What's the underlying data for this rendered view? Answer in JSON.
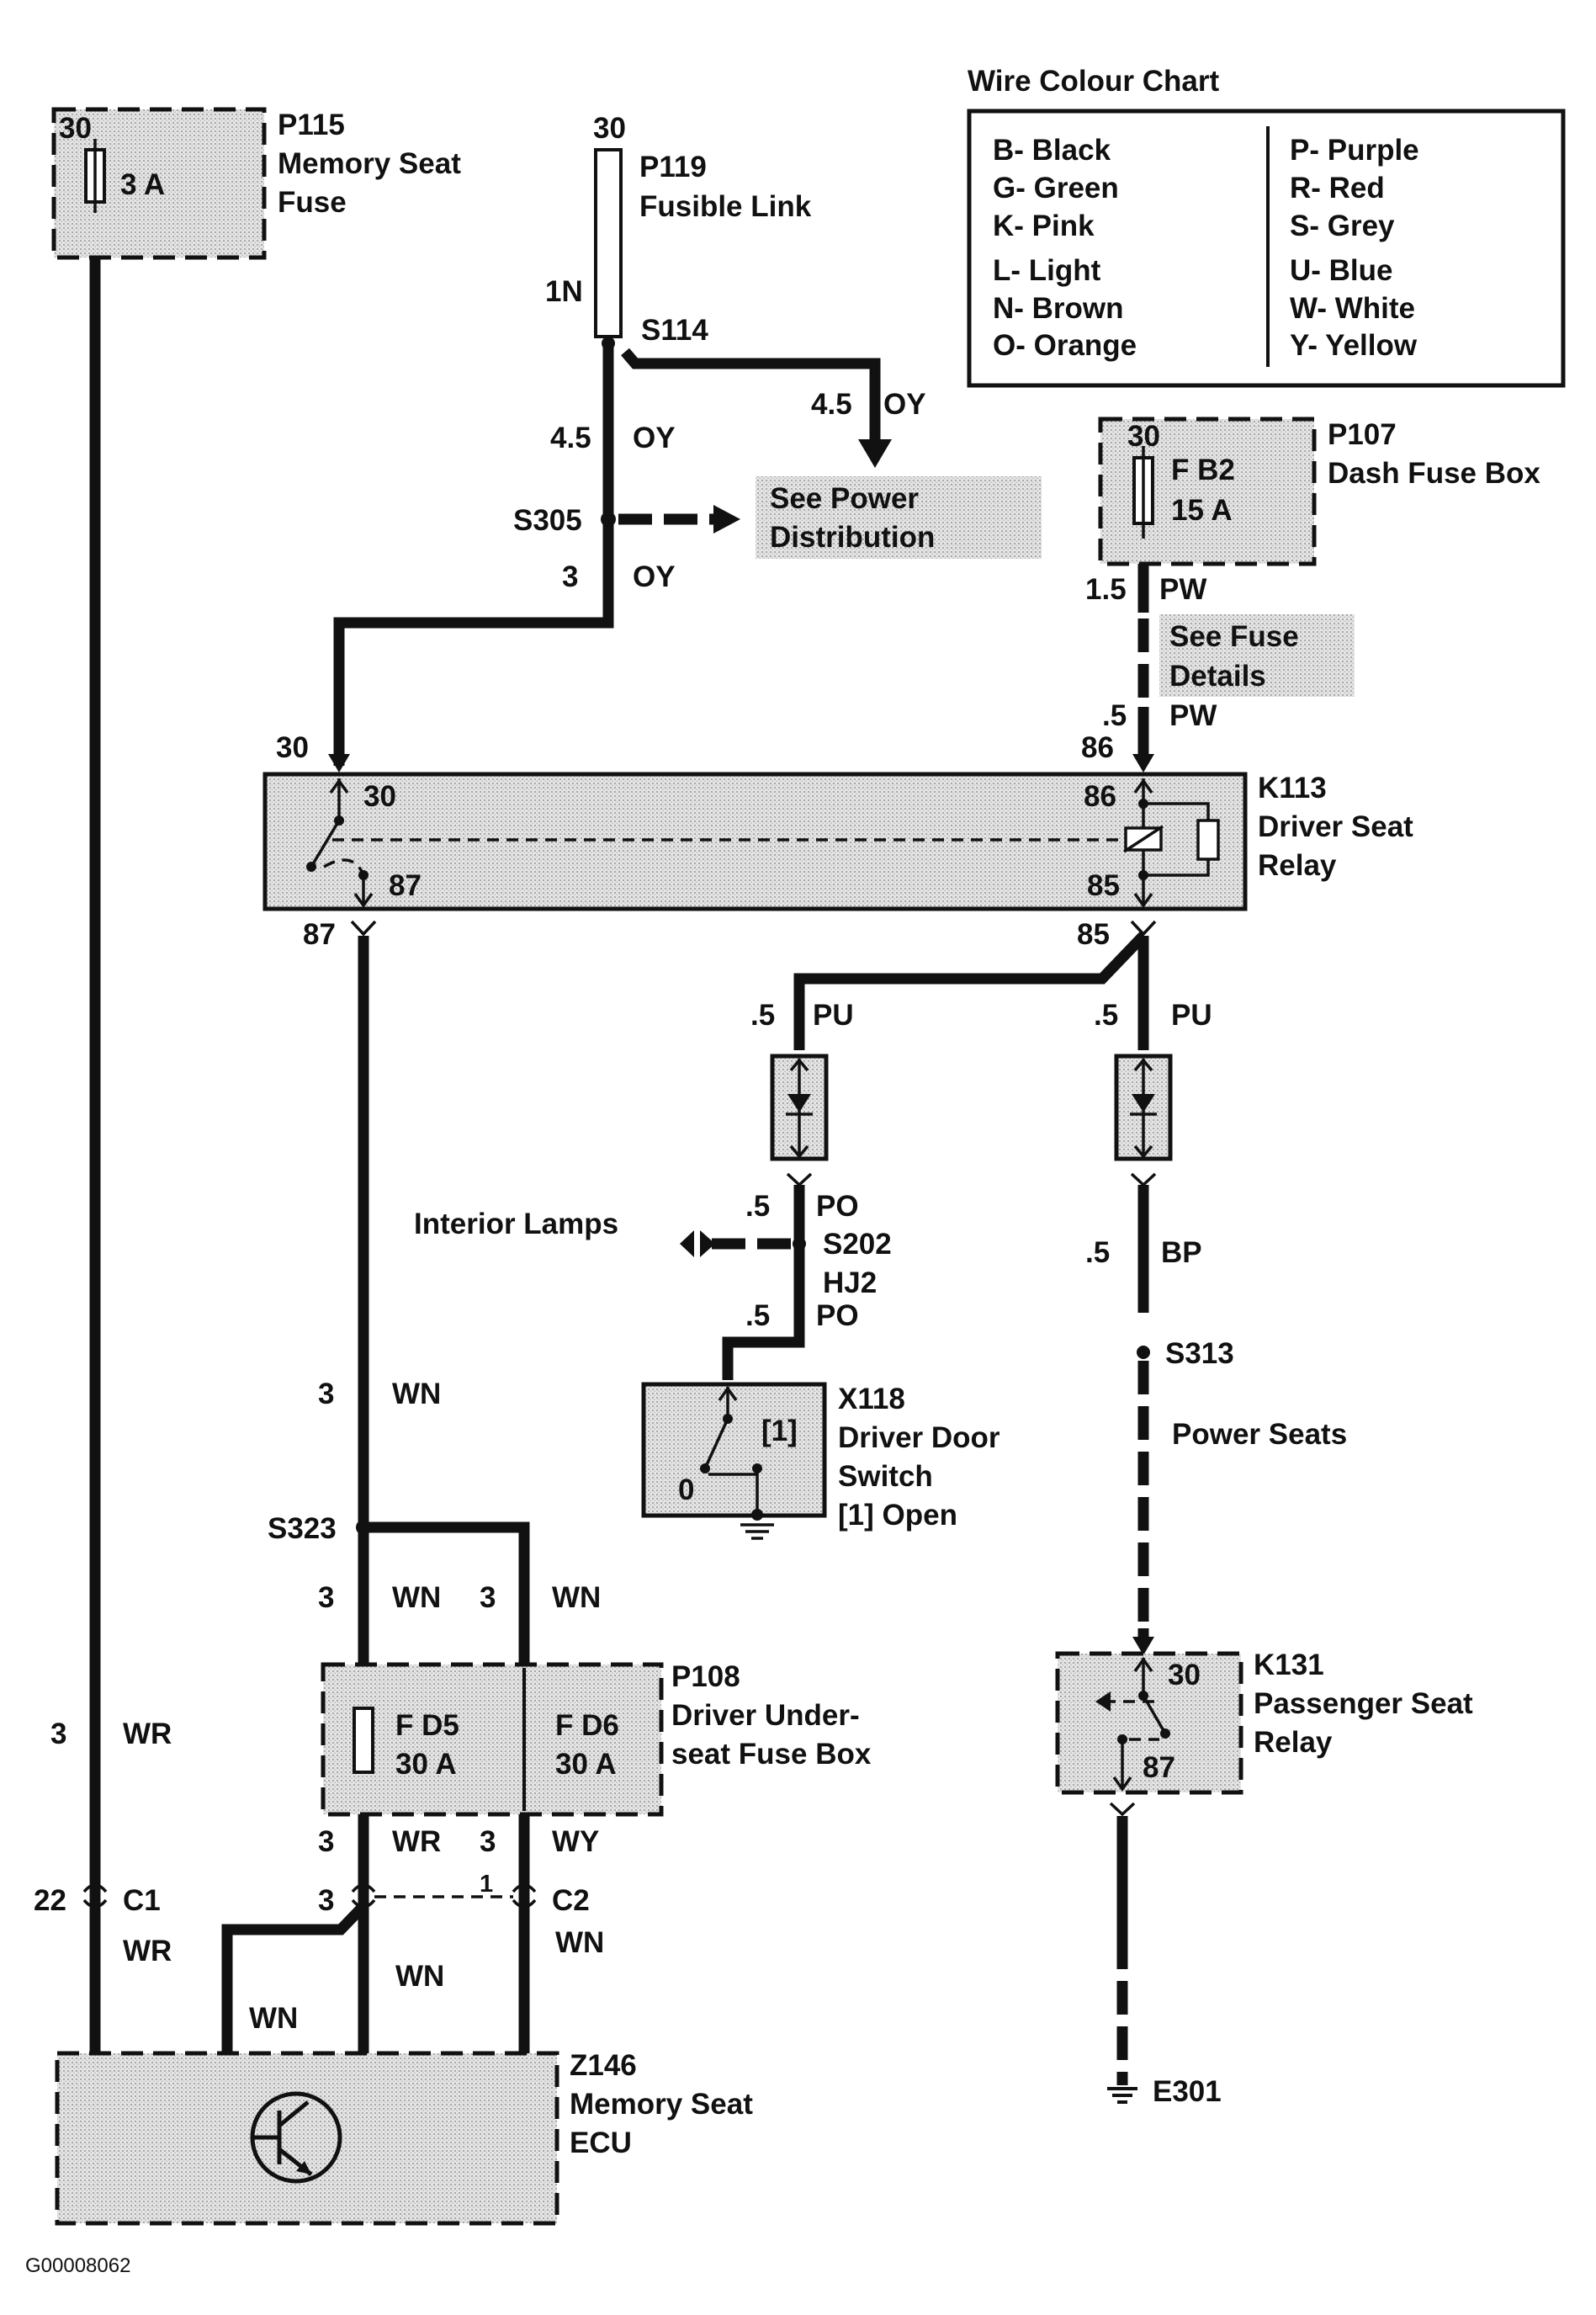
{
  "colour_chart": {
    "title": "Wire Colour Chart",
    "left": [
      "B- Black",
      "G- Green",
      "K- Pink",
      "L- Light",
      "N- Brown",
      "O- Orange"
    ],
    "right": [
      "P- Purple",
      "R- Red",
      "S- Grey",
      "U- Blue",
      "W- White",
      "Y- Yellow"
    ]
  },
  "p115": {
    "id": "P115",
    "name1": "Memory Seat",
    "name2": "Fuse",
    "pin": "30",
    "rating": "3 A"
  },
  "p119": {
    "id": "P119",
    "name1": "Fusible Link",
    "pin": "30",
    "wire": "1N"
  },
  "s114": {
    "id": "S114",
    "branch_size": "4.5",
    "branch_colour": "OY"
  },
  "s305": {
    "id": "S305",
    "upper_size": "4.5",
    "upper_colour": "OY",
    "lower_size": "3",
    "lower_colour": "OY",
    "note1": "See Power",
    "note2": "Distribution"
  },
  "p107": {
    "id": "P107",
    "name1": "Dash Fuse Box",
    "pin": "30",
    "fuse": "F B2",
    "rating": "15 A",
    "upper_size": "1.5",
    "upper_colour": "PW",
    "note1": "See Fuse",
    "note2": "Details",
    "lower_size": ".5",
    "lower_colour": "PW"
  },
  "k113": {
    "id": "K113",
    "name1": "Driver Seat",
    "name2": "Relay",
    "pin30_ext": "30",
    "pin30": "30",
    "pin87": "87",
    "pin87_ext": "87",
    "pin86_ext": "86",
    "pin86": "86",
    "pin85": "85",
    "pin85_ext": "85"
  },
  "wires": {
    "pu_left_size": ".5",
    "pu_left_colour": "PU",
    "pu_right_size": ".5",
    "pu_right_colour": "PU",
    "po_upper_size": ".5",
    "po_upper_colour": "PO",
    "po_lower_size": ".5",
    "po_lower_colour": "PO",
    "bp_size": ".5",
    "bp_colour": "BP",
    "wn_main_size": "3",
    "wn_main_colour": "WN",
    "wn_a_size": "3",
    "wn_a_colour": "WN",
    "wn_b_size": "3",
    "wn_b_colour": "WN",
    "wr_left_size": "3",
    "wr_left_colour": "WR",
    "fd5_out_size": "3",
    "fd5_out_colour": "WR",
    "fd6_out_size": "3",
    "fd6_out_colour": "WY",
    "wr_lower": "WR",
    "wn_lower_right": "WN",
    "wn_mid": "WN",
    "wn_branch": "WN"
  },
  "s202": {
    "id": "S202",
    "sub": "HJ2",
    "branch_label": "Interior Lamps"
  },
  "x118": {
    "id": "X118",
    "name1": "Driver Door",
    "name2": "Switch",
    "name3": "[1]  Open",
    "pos1": "[1]",
    "pos0": "0"
  },
  "s313": {
    "id": "S313",
    "label": "Power Seats"
  },
  "s323": {
    "id": "S323"
  },
  "p108": {
    "id": "P108",
    "name1": "Driver Under-",
    "name2": "seat Fuse Box",
    "fuse_a": "F D5",
    "rating_a": "30 A",
    "fuse_b": "F D6",
    "rating_b": "30 A"
  },
  "connectors": {
    "c1": "C1",
    "c1_pin": "22",
    "c2": "C2",
    "c2_pin_a": "3",
    "c2_pin_b": "1"
  },
  "k131": {
    "id": "K131",
    "name1": "Passenger Seat",
    "name2": "Relay",
    "pin30": "30",
    "pin87": "87"
  },
  "z146": {
    "id": "Z146",
    "name1": "Memory Seat",
    "name2": "ECU"
  },
  "e301": {
    "id": "E301"
  },
  "footer": {
    "code": "G00008062"
  }
}
